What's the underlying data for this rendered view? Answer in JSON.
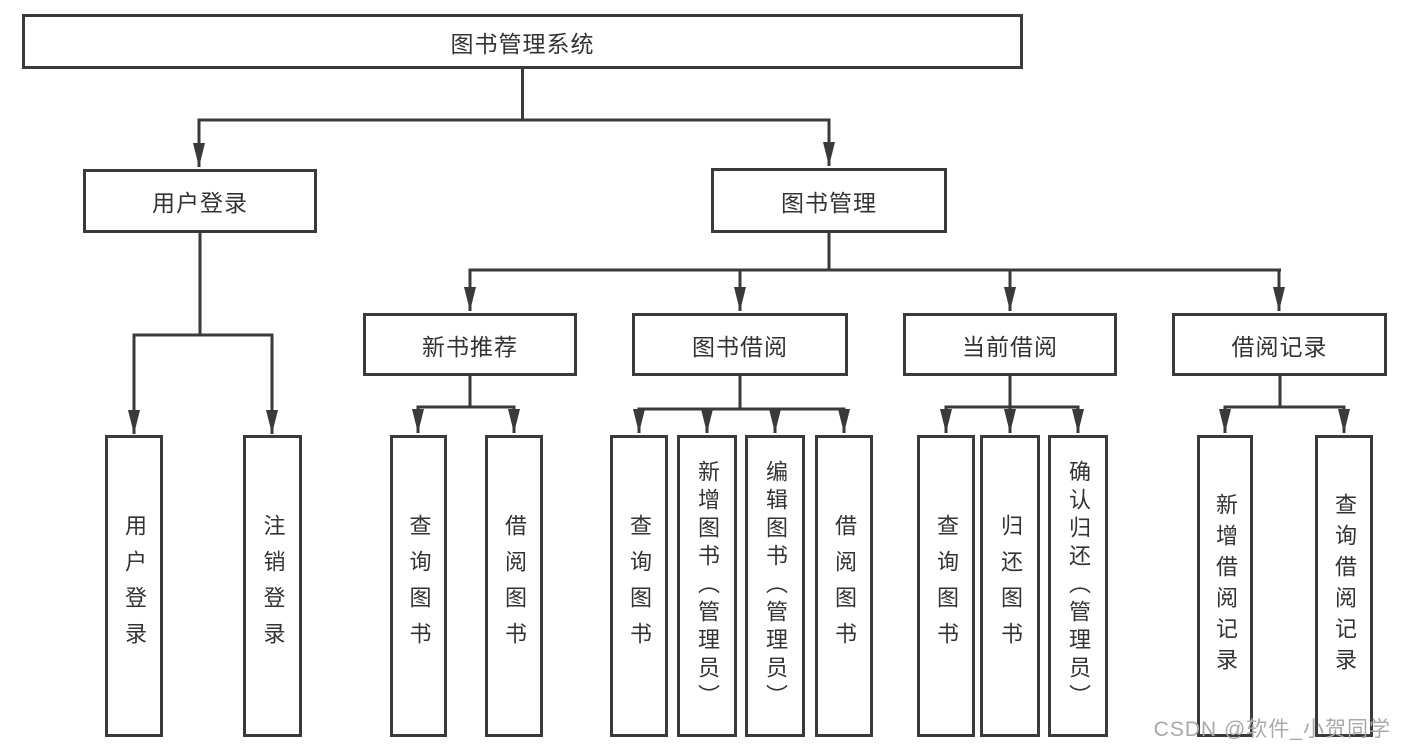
{
  "diagram": {
    "root": {
      "label": "图书管理系统"
    },
    "level2": [
      {
        "label": "用户登录"
      },
      {
        "label": "图书管理"
      }
    ],
    "level3": [
      {
        "label": "新书推荐"
      },
      {
        "label": "图书借阅"
      },
      {
        "label": "当前借阅"
      },
      {
        "label": "借阅记录"
      }
    ],
    "leaves": [
      {
        "label": "用户登录"
      },
      {
        "label": "注销登录"
      },
      {
        "label": "查询图书"
      },
      {
        "label": "借阅图书"
      },
      {
        "label": "查询图书"
      },
      {
        "label": "新增图书（管理员）"
      },
      {
        "label": "编辑图书（管理员）"
      },
      {
        "label": "借阅图书"
      },
      {
        "label": "查询图书"
      },
      {
        "label": "归还图书"
      },
      {
        "label": "确认归还（管理员）"
      },
      {
        "label": "新增借阅记录"
      },
      {
        "label": "查询借阅记录"
      }
    ],
    "watermark": "CSDN @软件_小贺同学",
    "colors": {
      "line": "#3a3a3a",
      "text": "#333333",
      "background": "#ffffff",
      "watermark": "#a9a9a9"
    }
  }
}
